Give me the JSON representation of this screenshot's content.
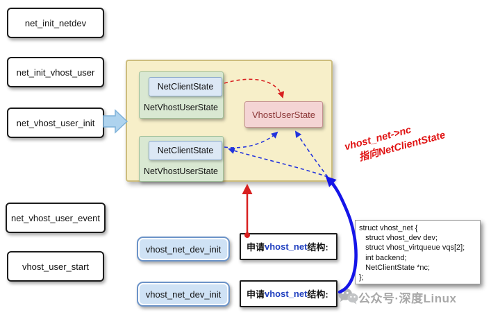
{
  "left_column": {
    "boxes": [
      {
        "label": "net_init_netdev"
      },
      {
        "label": "net_init_vhost_user"
      },
      {
        "label": "net_vhost_user_init"
      },
      {
        "label": "net_vhost_user_event"
      },
      {
        "label": "vhost_user_start"
      }
    ]
  },
  "state_diagram": {
    "groups": [
      {
        "inner_label": "NetClientState",
        "outer_label": "NetVhostUserState"
      },
      {
        "inner_label": "NetClientState",
        "outer_label": "NetVhostUserState"
      }
    ],
    "vhost_user_state_label": "VhostUserState"
  },
  "annotation": {
    "line1": "vhost_net->nc",
    "line2": "指向NetClientState",
    "color": "#e01212"
  },
  "bottom_flow": {
    "dev_init_boxes": [
      {
        "label": "vhost_net_dev_init"
      },
      {
        "label": "vhost_net_dev_init"
      }
    ],
    "alloc_boxes": [
      {
        "prefix": "申请",
        "emphasis": "vhost_net",
        "suffix": "结构:"
      },
      {
        "prefix": "申请",
        "emphasis": "vhost_net",
        "suffix": "结构:"
      }
    ]
  },
  "code_box": {
    "lines": [
      "struct vhost_net {",
      "   struct vhost_dev dev;",
      "   struct vhost_virtqueue vqs[2];",
      "   int backend;",
      "   NetClientState *nc;",
      "};"
    ]
  },
  "watermark": {
    "text": "公众号·深度Linux"
  },
  "colors": {
    "emphasis_blue": "#1f3fbf",
    "flow_blue": "#1515e8",
    "line_red": "#d82020",
    "yellow_panel": "#f7efc9",
    "green_panel": "#d9e8d2",
    "blue_panel": "#dce8f5",
    "pink_panel": "#f4d4d4"
  }
}
